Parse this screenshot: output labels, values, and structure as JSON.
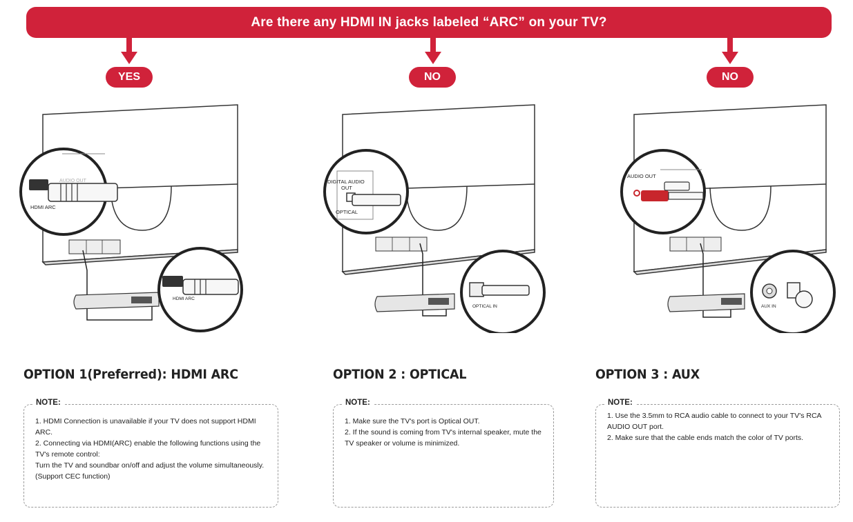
{
  "banner": {
    "question": "Are there any HDMI IN jacks labeled “ARC” on your TV?"
  },
  "branches": [
    {
      "answer": "YES"
    },
    {
      "answer": "NO"
    },
    {
      "answer": "NO"
    }
  ],
  "options": [
    {
      "title": "OPTION 1(Preferred): HDMI ARC",
      "note_label": "NOTE:",
      "lines": [
        "1. HDMI Connection is unavailable if your TV does not support HDMI ARC.",
        "2. Connecting via HDMI(ARC) enable the following functions using the TV's remote control:",
        "Turn the TV and soundbar on/off and adjust the volume simultaneously.",
        "(Support CEC function)"
      ],
      "diagram": {
        "zoom_label": "HDMI ARC",
        "zoom_secondary": "AUDIO OUT",
        "bar_label": "HDMI ARC"
      }
    },
    {
      "title": "OPTION 2 : OPTICAL",
      "note_label": "NOTE:",
      "lines": [
        "1. Make sure the TV's port is Optical OUT.",
        "2. If the sound is coming from TV's internal speaker, mute the TV speaker or volume is minimized."
      ],
      "diagram": {
        "zoom_label_top": "DIGITAL AUDIO",
        "zoom_label_mid": "OUT",
        "zoom_label": "OPTICAL",
        "bar_label": "OPTICAL IN"
      }
    },
    {
      "title": "OPTION 3 : AUX",
      "note_label": "NOTE:",
      "lines": [
        "1. Use the 3.5mm to RCA audio cable to connect to your TV's RCA AUDIO OUT port.",
        "2. Make sure that the cable ends match the color of TV ports."
      ],
      "diagram": {
        "zoom_label": "AUDIO OUT",
        "bar_label": "AUX IN"
      }
    }
  ],
  "colors": {
    "accent": "#d0223a",
    "rca_red": "#c8262c",
    "line": "#333333"
  }
}
